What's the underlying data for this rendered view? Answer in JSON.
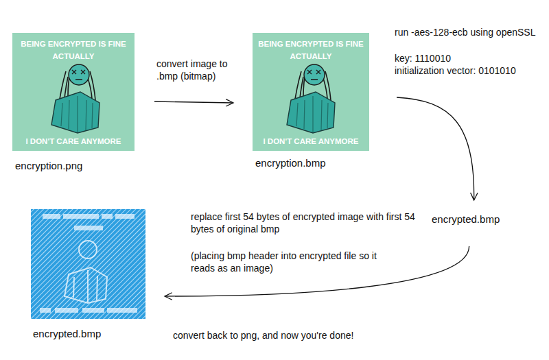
{
  "diagram": {
    "nodes": [
      {
        "text": [
          "BEING ENCRYPTED IS FINE ACTUALLY",
          "I DON'T CARE ANYMORE",
          "encryption.png"
        ]
      },
      {
        "text": [
          "BEING ENCRYPTED IS FINE ACTUALLY",
          "I DON'T CARE ANYMORE",
          "encryption.bmp"
        ]
      },
      {
        "text": [
          "encrypted.bmp"
        ]
      },
      {
        "text": [
          "encrypted.bmp"
        ]
      }
    ],
    "edges": [
      {
        "from": 0,
        "to": 1,
        "arrow": "to",
        "label": "convert image to .bmp (bitmap)"
      },
      {
        "from": 1,
        "to": 2,
        "arrow": "to",
        "label": "run -aes-128-ecb using openSSL"
      },
      {
        "from": 2,
        "to": 3,
        "arrow": "to",
        "label": "replace first 54 bytes of encrypted image with first 54 bytes of original bmp"
      }
    ],
    "labels": [
      "key: 1110010",
      "initialization vector: 0101010",
      "(placing bmp header into encrypted file so it reads as an image)",
      "convert back to png, and now you're done!"
    ]
  }
}
